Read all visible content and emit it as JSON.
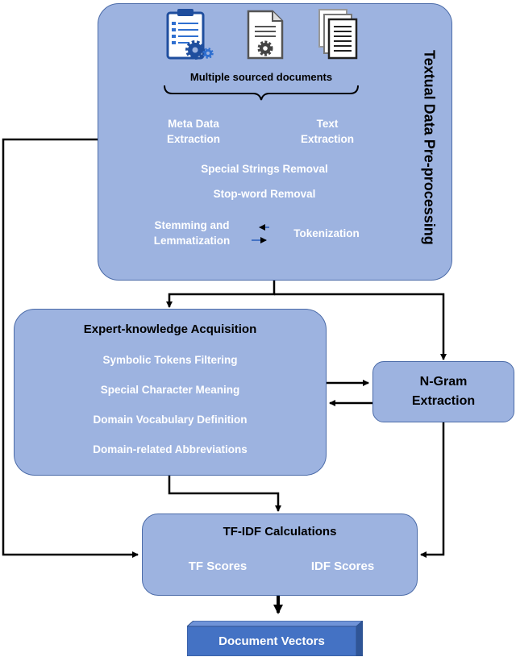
{
  "preprocessing": {
    "title": "Textual Data Pre-processing",
    "docs_label": "Multiple sourced documents",
    "icons": [
      "clipboard-gear-icon",
      "document-gear-icon",
      "document-stack-icon"
    ],
    "meta": [
      "Meta Data",
      "Extraction"
    ],
    "text": [
      "Text",
      "Extraction"
    ],
    "special_strings": "Special Strings Removal",
    "stopword": "Stop-word Removal",
    "stemming": [
      "Stemming and",
      "Lemmatization"
    ],
    "tokenization": "Tokenization"
  },
  "expert": {
    "title": "Expert-knowledge Acquisition",
    "items": [
      "Symbolic Tokens Filtering",
      "Special Character Meaning",
      "Domain Vocabulary Definition",
      "Domain-related Abbreviations"
    ]
  },
  "ngram": {
    "line1": "N-Gram",
    "line2": "Extraction"
  },
  "tfidf": {
    "title": "TF-IDF Calculations",
    "tf": "TF Scores",
    "idf": "IDF Scores"
  },
  "output": {
    "label": "Document Vectors"
  },
  "colors": {
    "panel": "#9db3e0",
    "shape": "#4472c4",
    "border": "#2f528f",
    "arrow": "#000000"
  }
}
